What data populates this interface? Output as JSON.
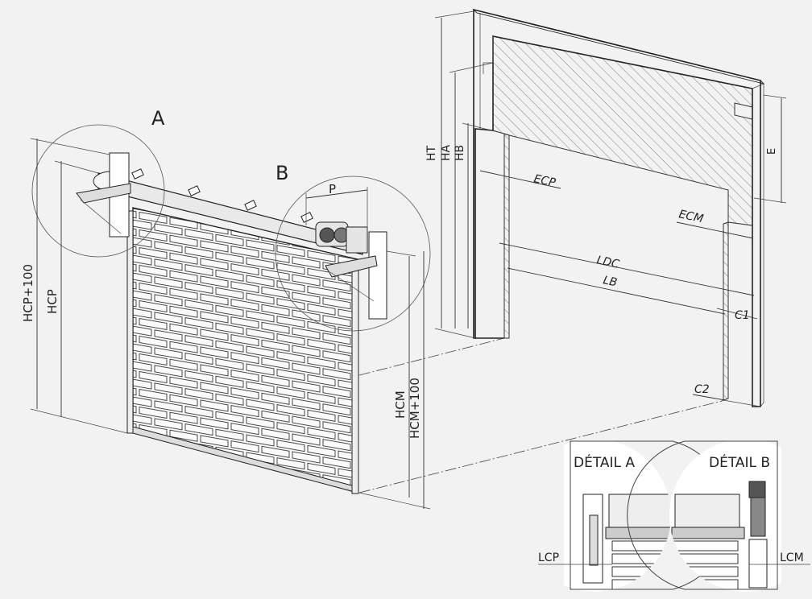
{
  "detail_markers": {
    "a": "A",
    "b": "B"
  },
  "labels": {
    "hcp100": "HCP+100",
    "hcp": "HCP",
    "p": "P",
    "hcm": "HCM",
    "hcm100": "HCM+100",
    "ht": "HT",
    "ha": "HA",
    "hb": "HB",
    "ecp": "ECP",
    "ecm": "ECM",
    "ldc": "LDC",
    "lb": "LB",
    "c1": "C1",
    "c2": "C2",
    "e": "E",
    "lcp": "LCP",
    "lcm": "LCM"
  },
  "details": {
    "a_title": "DÉTAIL A",
    "b_title": "DÉTAIL B"
  }
}
